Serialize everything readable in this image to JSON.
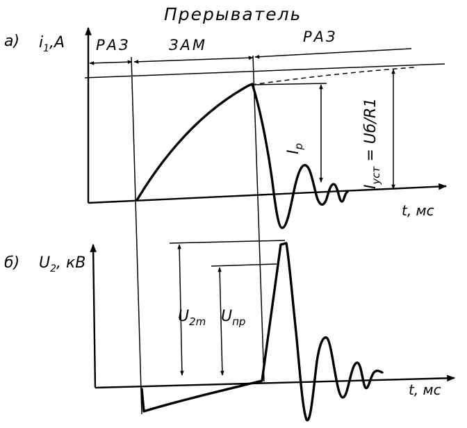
{
  "title": "Прерыватель",
  "panel_a": {
    "tag": "а)",
    "y_label_main": "i",
    "y_label_sub": "1",
    "y_label_unit": ",A",
    "x_label": "t, мс",
    "modes": [
      "РАЗ",
      "ЗАМ",
      "РАЗ"
    ],
    "ip_main": "I",
    "ip_sub": "р",
    "iust_main": "I",
    "iust_sub": "уст",
    "iust_rest": " = Uб/R1"
  },
  "panel_b": {
    "tag": "б)",
    "y_label_main": "U",
    "y_label_sub": "2",
    "y_label_unit": ", кВ",
    "x_label": "t, мс",
    "u2m_main": "U",
    "u2m_sub": "2m",
    "upr_main": "U",
    "upr_sub": "пр"
  }
}
